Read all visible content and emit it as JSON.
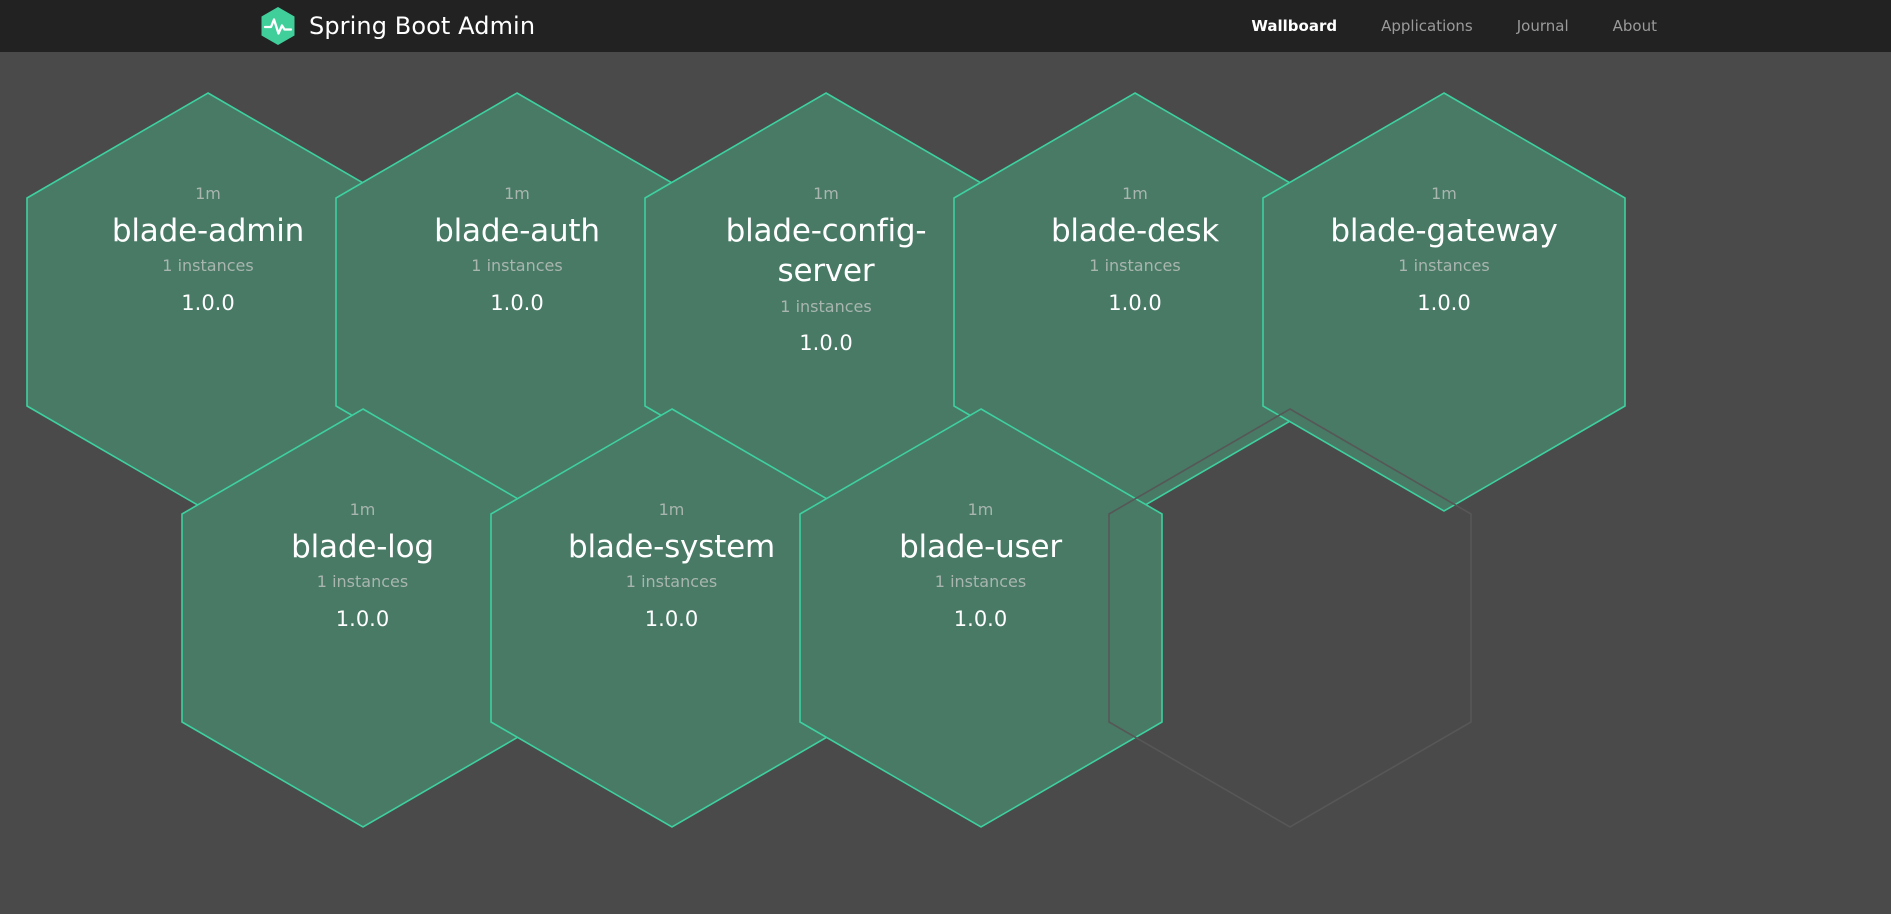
{
  "header": {
    "brand_title": "Spring Boot Admin",
    "logo_icon": "heartbeat-hexagon-logo",
    "nav": [
      {
        "label": "Wallboard",
        "active": true,
        "name": "nav-link-wallboard"
      },
      {
        "label": "Applications",
        "active": false,
        "name": "nav-link-applications"
      },
      {
        "label": "Journal",
        "active": false,
        "name": "nav-link-journal"
      },
      {
        "label": "About",
        "active": false,
        "name": "nav-link-about"
      }
    ]
  },
  "colors": {
    "header_bg": "#222222",
    "page_bg": "#4a4a4a",
    "hex_fill": "#487a66",
    "hex_border": "#3fd0a0",
    "hex_empty_border": "#575757",
    "brand_accent": "#3fd0a0",
    "text_primary": "#ffffff",
    "text_muted": "#a9b5af",
    "nav_inactive": "#9a9a9a"
  },
  "wallboard": {
    "applications": [
      {
        "status": "1m",
        "name": "blade-admin",
        "instances": "1 instances",
        "version": "1.0.0",
        "empty": false
      },
      {
        "status": "1m",
        "name": "blade-auth",
        "instances": "1 instances",
        "version": "1.0.0",
        "empty": false
      },
      {
        "status": "1m",
        "name": "blade-config-server",
        "instances": "1 instances",
        "version": "1.0.0",
        "empty": false
      },
      {
        "status": "1m",
        "name": "blade-desk",
        "instances": "1 instances",
        "version": "1.0.0",
        "empty": false
      },
      {
        "status": "1m",
        "name": "blade-gateway",
        "instances": "1 instances",
        "version": "1.0.0",
        "empty": false
      },
      {
        "status": "1m",
        "name": "blade-log",
        "instances": "1 instances",
        "version": "1.0.0",
        "empty": false
      },
      {
        "status": "1m",
        "name": "blade-system",
        "instances": "1 instances",
        "version": "1.0.0",
        "empty": false
      },
      {
        "status": "1m",
        "name": "blade-user",
        "instances": "1 instances",
        "version": "1.0.0",
        "empty": false
      },
      {
        "status": "",
        "name": "",
        "instances": "",
        "version": "",
        "empty": true
      }
    ]
  }
}
